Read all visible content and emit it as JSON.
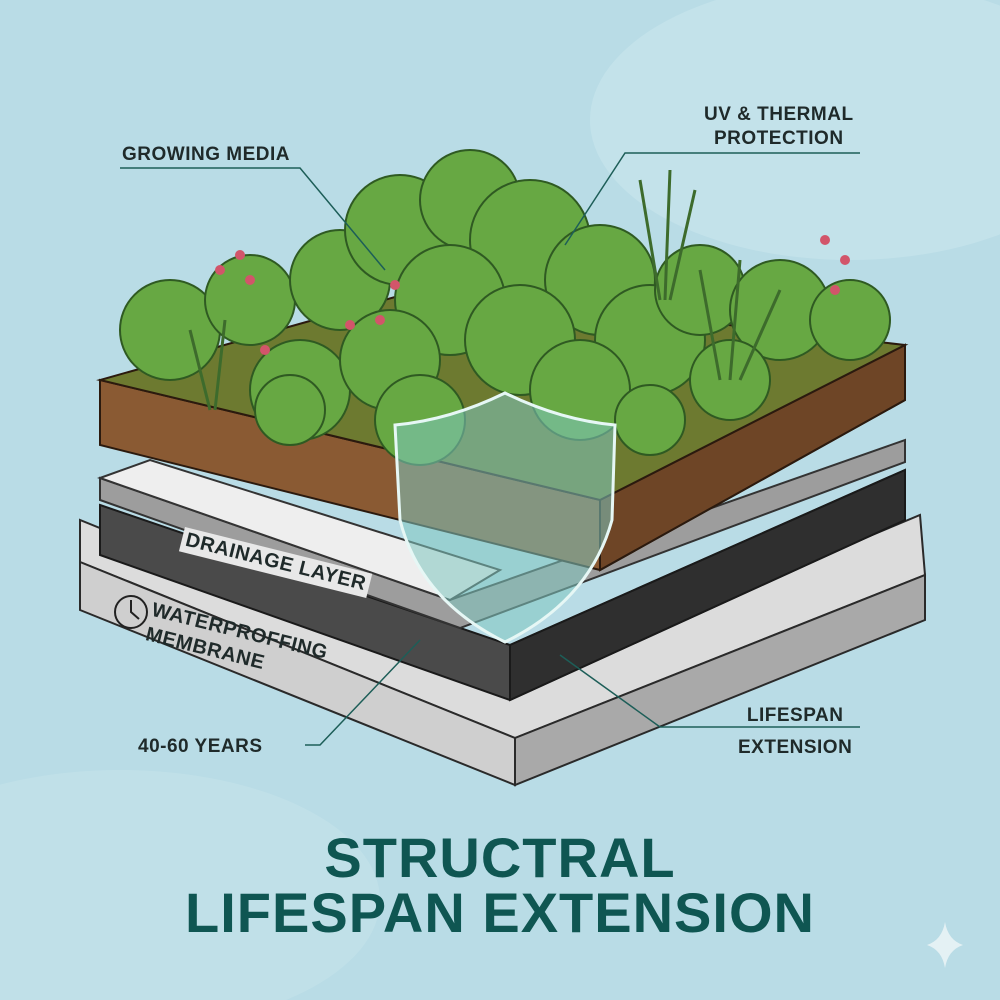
{
  "labels": {
    "growing_media": "GROWING MEDIA",
    "uv_line1": "UV & THERMAL",
    "uv_line2": "PROTECTION",
    "drainage": "DRAINAGE LAYER",
    "membrane_line1": "WATERPROFFING",
    "membrane_line2": "MEMBRANE",
    "years": "40-60 YEARS",
    "lifespan_line1": "LIFESPAN",
    "lifespan_line2": "EXTENSION"
  },
  "title": {
    "line1": "STRUCTRAL",
    "line2": "LIFESPAN EXTENSION"
  },
  "colors": {
    "background": "#b9dce6",
    "title": "#0f5652",
    "soil": "#7a4f2c",
    "membrane": "#3a3a3a",
    "concrete": "#cfcfcf",
    "plants": "#5e9a3e",
    "shield": "#7fc6c0"
  }
}
